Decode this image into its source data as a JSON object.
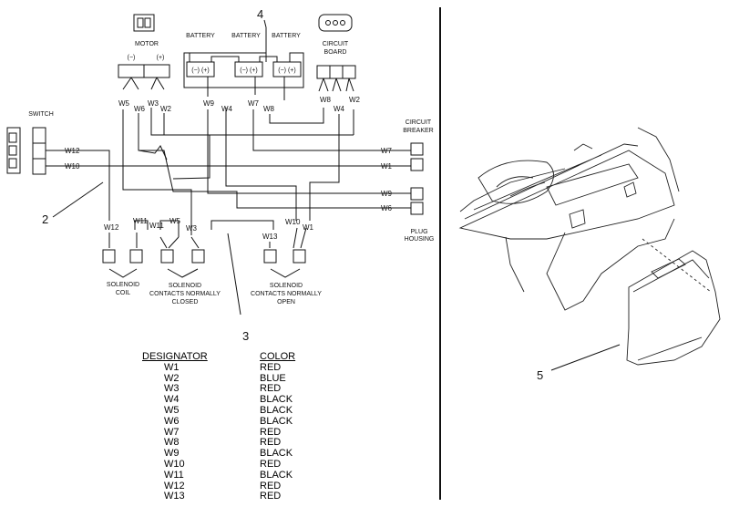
{
  "labels": {
    "motor": "MOTOR",
    "motor_neg": "(−)",
    "motor_pos": "(+)",
    "battery1": "BATTERY",
    "battery2": "BATTERY",
    "battery3": "BATTERY",
    "term1": "(−) (+)",
    "term2": "(−) (+)",
    "term3": "(−) (+)",
    "circuit_board_1": "CIRCUIT",
    "circuit_board_2": "BOARD",
    "switch": "SWITCH",
    "circuit_breaker_1": "CIRCUIT",
    "circuit_breaker_2": "BREAKER",
    "plug_housing_1": "PLUG",
    "plug_housing_2": "HOUSING",
    "solenoid_coil_1": "SOLENOID",
    "solenoid_coil_2": "COIL",
    "sol_nc_1": "SOLENOID",
    "sol_nc_2": "CONTACTS NORMALLY",
    "sol_nc_3": "CLOSED",
    "sol_no_1": "SOLENOID",
    "sol_no_2": "CONTACTS NORMALLY",
    "sol_no_3": "OPEN"
  },
  "callouts": {
    "c2": "2",
    "c3": "3",
    "c4": "4",
    "c5": "5"
  },
  "wire_labels": {
    "m_w5": "W5",
    "m_w6": "W6",
    "m_w3": "W3",
    "m_w2": "W2",
    "b_w9": "W9",
    "b_w4": "W4",
    "b_w7": "W7",
    "b_w8": "W8",
    "cb_w8": "W8",
    "cb_w4": "W4",
    "cb_w2": "W2",
    "sw_w12": "W12",
    "sw_w10": "W10",
    "br_w7": "W7",
    "br_w1": "W1",
    "ph_w9": "W9",
    "ph_w6": "W6",
    "s_w12": "W12",
    "s_w11a": "W11",
    "s_w11b": "W11",
    "s_w5": "W5",
    "s_w3": "W3",
    "s_w13": "W13",
    "s_w10": "W10",
    "s_w1": "W1"
  },
  "legend": {
    "header_designator": "DESIGNATOR",
    "header_color": "COLOR",
    "rows": [
      {
        "d": "W1",
        "c": "RED"
      },
      {
        "d": "W2",
        "c": "BLUE"
      },
      {
        "d": "W3",
        "c": "RED"
      },
      {
        "d": "W4",
        "c": "BLACK"
      },
      {
        "d": "W5",
        "c": "BLACK"
      },
      {
        "d": "W6",
        "c": "BLACK"
      },
      {
        "d": "W7",
        "c": "RED"
      },
      {
        "d": "W8",
        "c": "RED"
      },
      {
        "d": "W9",
        "c": "BLACK"
      },
      {
        "d": "W10",
        "c": "RED"
      },
      {
        "d": "W11",
        "c": "BLACK"
      },
      {
        "d": "W12",
        "c": "RED"
      },
      {
        "d": "W13",
        "c": "RED"
      }
    ]
  }
}
